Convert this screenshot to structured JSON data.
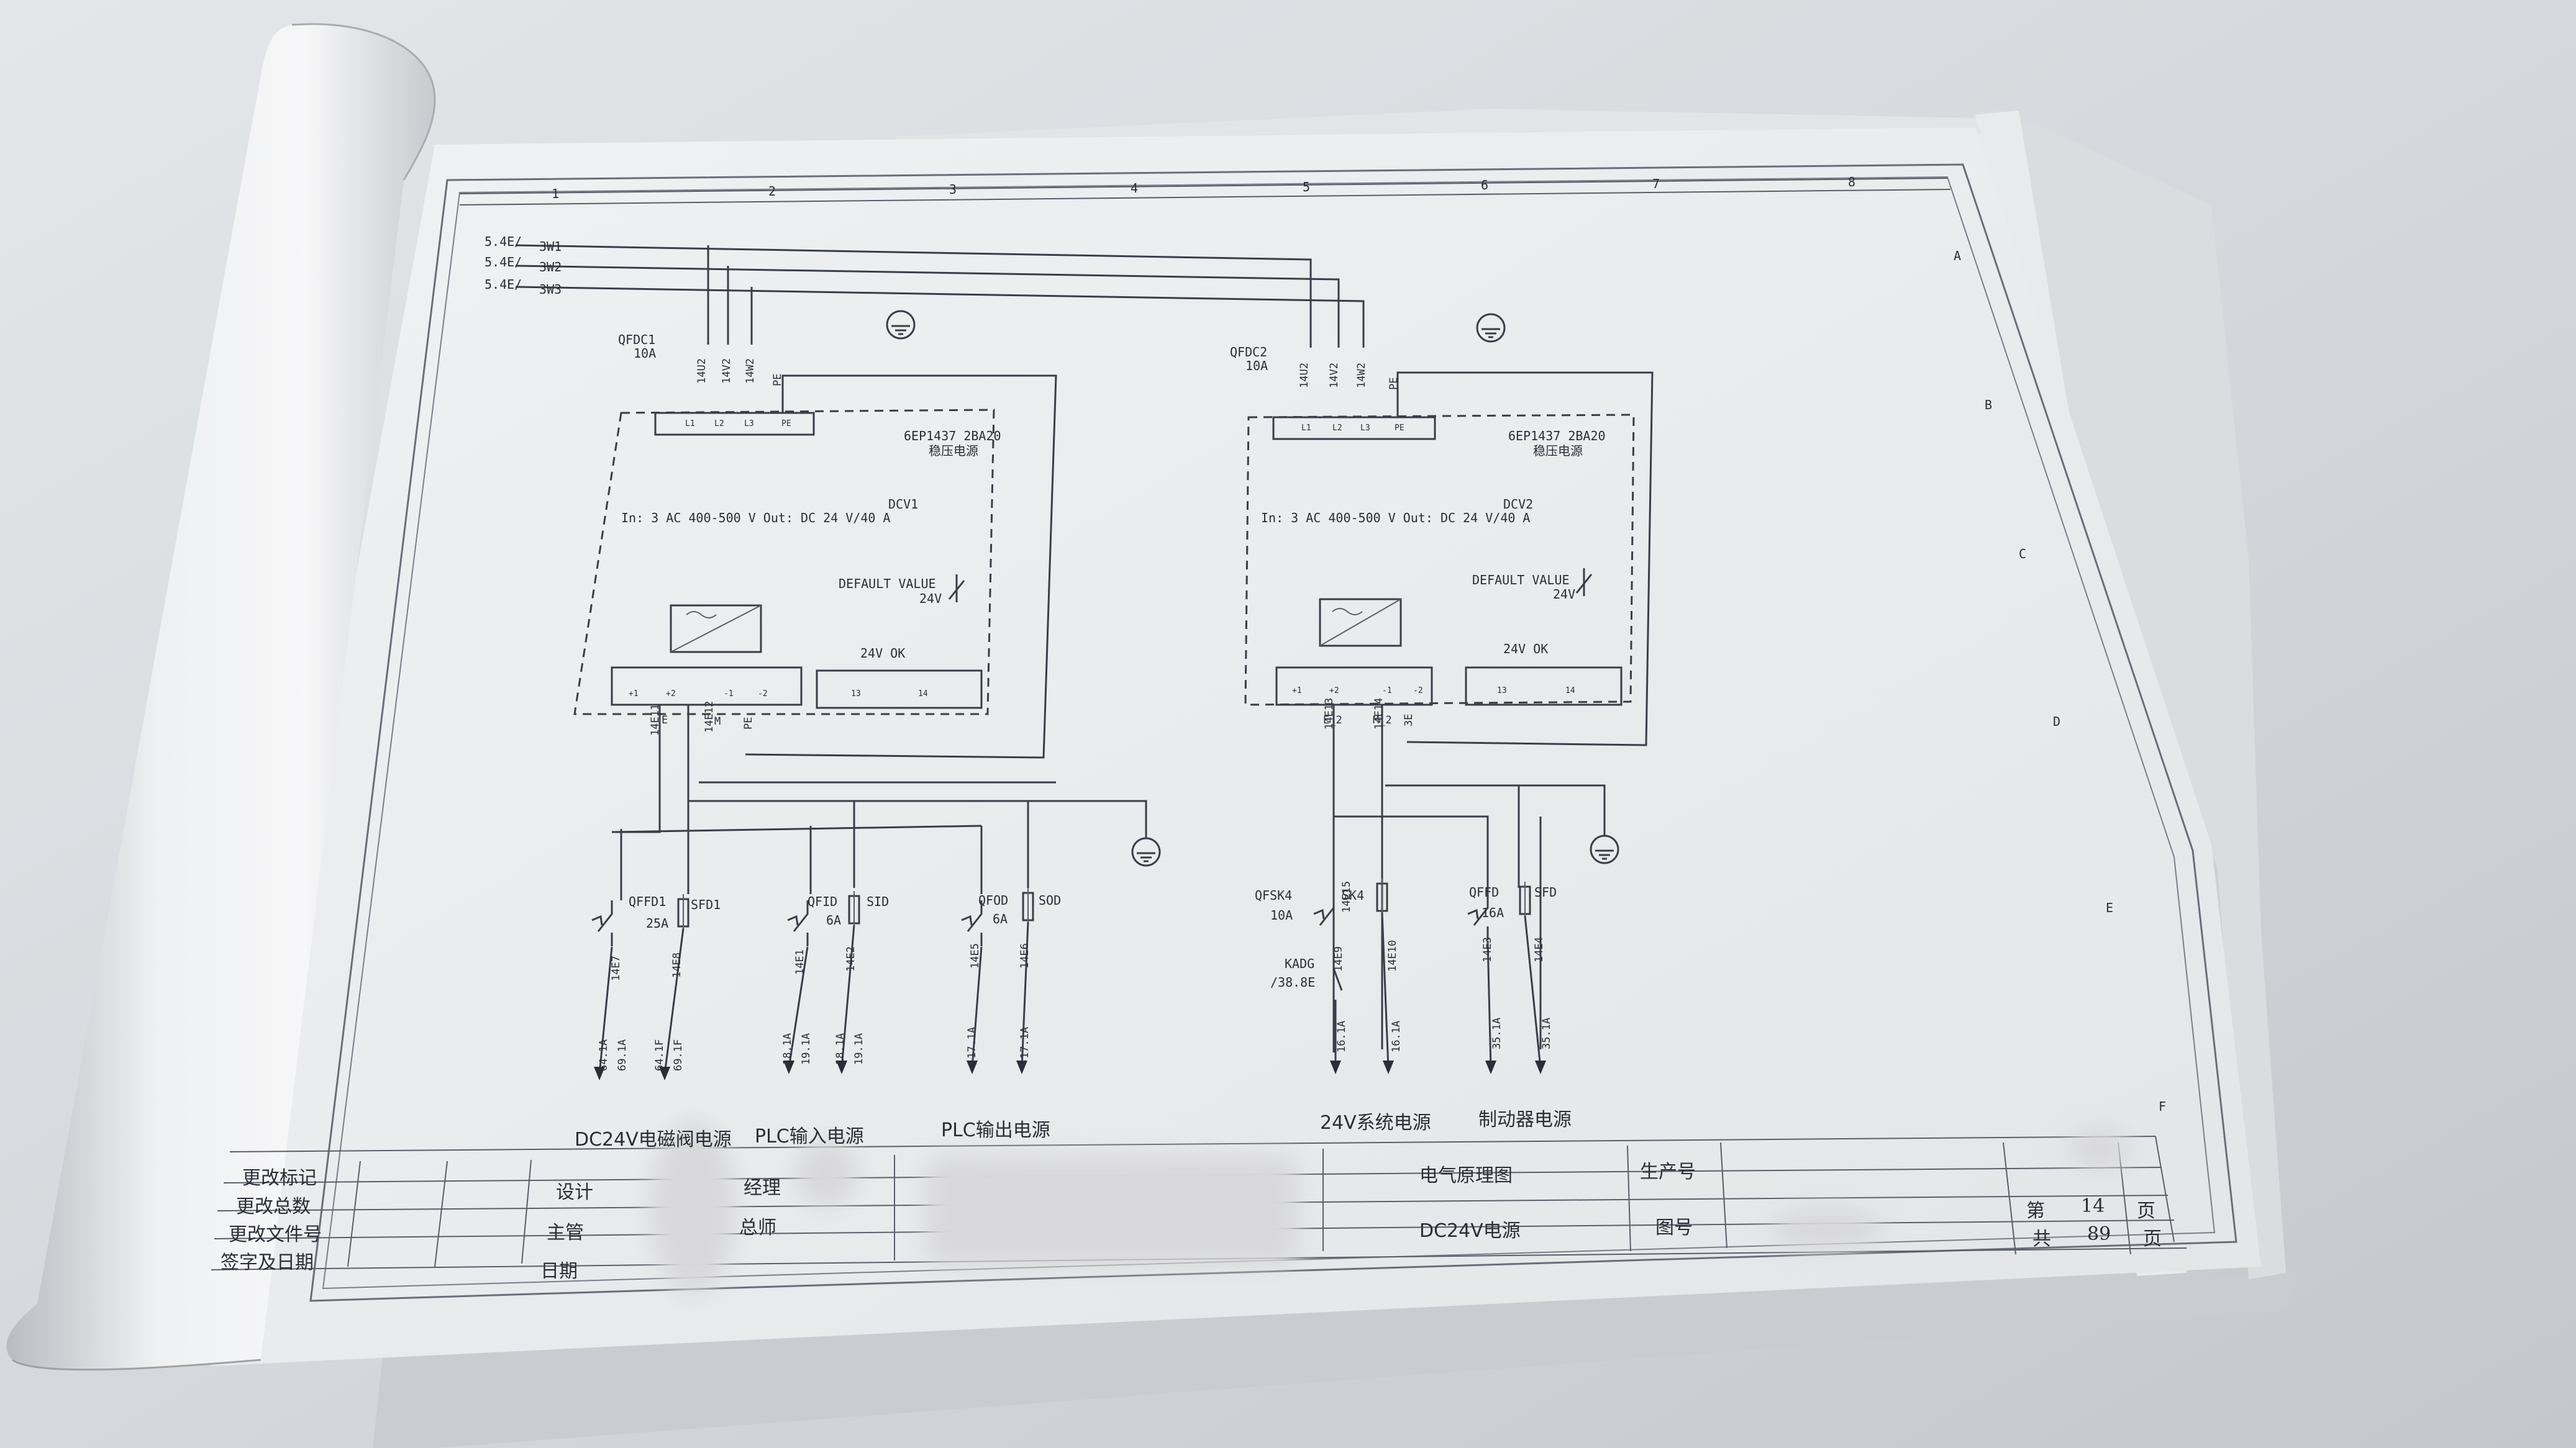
{
  "colors": {
    "background": "#cfd3d8",
    "paper": "#eceef1",
    "ink": "#2b2e36",
    "redaction": "#d9d9dc"
  },
  "column_ruler": [
    "1",
    "2",
    "3",
    "4",
    "5",
    "6",
    "7",
    "8"
  ],
  "row_ruler": [
    "A",
    "B",
    "C",
    "D",
    "E",
    "F"
  ],
  "supply_lines": [
    {
      "label": "5.4E/",
      "tag": "3W1"
    },
    {
      "label": "5.4E/",
      "tag": "3W2"
    },
    {
      "label": "5.4E/",
      "tag": "3W3"
    }
  ],
  "units": [
    {
      "breaker": "QFDC1",
      "breaker_rating": "10A",
      "input_wires": [
        "14U2",
        "14V2",
        "14W2",
        "PE"
      ],
      "terminals": [
        "L1",
        "L2",
        "L3",
        "PE"
      ],
      "part_number": "6EP1437 2BA20",
      "part_desc": "稳压电源",
      "name": "DCV1",
      "spec": "In: 3 AC 400-500 V Out: DC 24 V/40 A",
      "default_label": "DEFAULT VALUE",
      "default_value": "24V",
      "ok_label": "24V OK",
      "out_terminals": [
        "+1",
        "+2",
        "-1",
        "-2"
      ],
      "ok_terminals": [
        "13",
        "14"
      ],
      "out_marks": [
        "E",
        "M"
      ],
      "out_wires": [
        "14E11",
        "14E12",
        "PE"
      ]
    },
    {
      "breaker": "QFDC2",
      "breaker_rating": "10A",
      "input_wires": [
        "14U2",
        "14V2",
        "14W2",
        "PE"
      ],
      "terminals": [
        "L1",
        "L2",
        "L3",
        "PE"
      ],
      "part_number": "6EP1437 2BA20",
      "part_desc": "稳压电源",
      "name": "DCV2",
      "spec": "In: 3 AC 400-500 V Out: DC 24 V/40 A",
      "default_label": "DEFAULT VALUE",
      "default_value": "24V",
      "ok_label": "24V OK",
      "out_terminals": [
        "+1",
        "+2",
        "-1",
        "-2"
      ],
      "ok_terminals": [
        "13",
        "14"
      ],
      "out_marks": [
        "E_2",
        "M_2"
      ],
      "out_wires": [
        "14E13",
        "14E14",
        "3E"
      ]
    }
  ],
  "branches": [
    {
      "breaker": "QFFD1",
      "rating": "25A",
      "fuse": "SFD1",
      "wires": [
        "14E7",
        "14E8"
      ],
      "refs": [
        [
          "64.1A",
          "69.1A"
        ],
        [
          "64.1F",
          "69.1F"
        ]
      ],
      "caption": "DC24V电磁阀电源"
    },
    {
      "breaker": "QFID",
      "rating": "6A",
      "fuse": "SID",
      "wires": [
        "14E1",
        "14E2"
      ],
      "refs": [
        [
          "18.1A",
          "19.1A"
        ],
        [
          "18.1A",
          "19.1A"
        ]
      ],
      "caption": "PLC输入电源"
    },
    {
      "breaker": "QFOD",
      "rating": "6A",
      "fuse": "SOD",
      "wires": [
        "14E5",
        "14E6"
      ],
      "refs": [
        [
          "17.1A"
        ],
        [
          "17.1A"
        ]
      ],
      "caption": "PLC输出电源"
    },
    {
      "breaker": "QFSK4",
      "rating": "10A",
      "fuse": "SK4",
      "extra_wire": "14E15",
      "relay": "KADG",
      "relay_ref": "/38.8E",
      "wires": [
        "14E9",
        "14E10"
      ],
      "refs": [
        [
          "16.1A"
        ],
        [
          "16.1A"
        ]
      ],
      "caption": "24V系统电源"
    },
    {
      "breaker": "QFFD",
      "rating": "16A",
      "fuse": "SFD",
      "wires": [
        "14E3",
        "14E4"
      ],
      "refs": [
        [
          "35.1A"
        ],
        [
          "35.1A"
        ]
      ],
      "caption": "制动器电源"
    }
  ],
  "title_block": {
    "change_rows": [
      "更改标记",
      "更改总数",
      "更改文件号",
      "签字及日期"
    ],
    "roles": [
      "设计",
      "主管",
      "日期"
    ],
    "roles2": [
      "经理",
      "总师"
    ],
    "drawing_type": "电气原理图",
    "drawing_name": "DC24V电源",
    "production_no_label": "生产号",
    "drawing_no_label": "图号",
    "page_prefix": "第",
    "page_num": "14",
    "page_suffix": "页",
    "total_prefix": "共",
    "total_num": "89",
    "total_suffix": "页"
  }
}
